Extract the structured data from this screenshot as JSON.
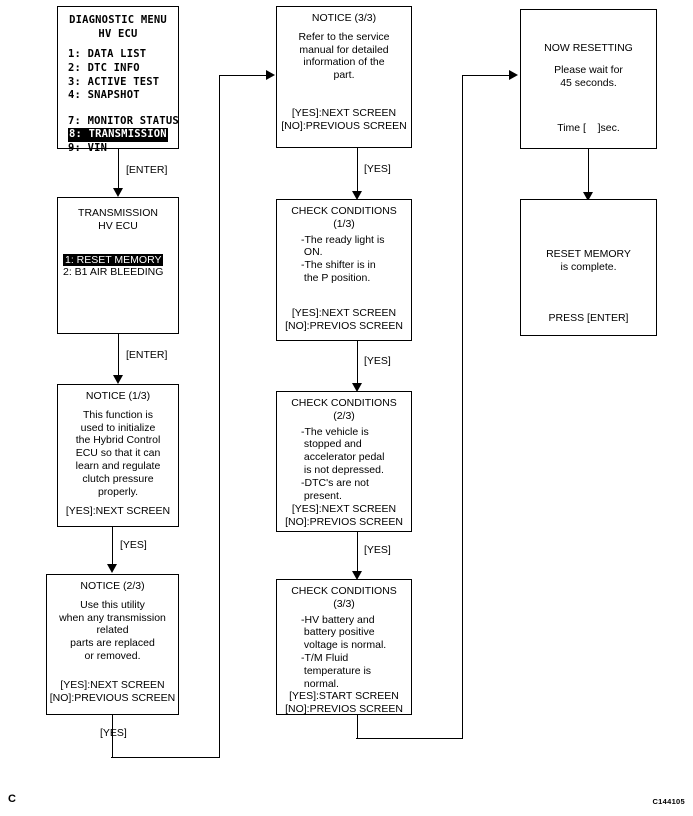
{
  "page": {
    "corner_label": "C",
    "figure_id": "C144105"
  },
  "boxes": {
    "diagnostic_menu": {
      "title_line1": "DIAGNOSTIC MENU",
      "title_line2": "HV ECU",
      "items": [
        "1: DATA LIST",
        "2: DTC INFO",
        "3: ACTIVE TEST",
        "4: SNAPSHOT"
      ],
      "items2_pre": "7: MONITOR STATUS",
      "items2_sel_num": "8:",
      "items2_sel_text": " TRANSMISSION",
      "items2_post": "9: VIN"
    },
    "transmission": {
      "title_line1": "TRANSMISSION",
      "title_line2": "HV  ECU",
      "item_selected": "1:  RESET  MEMORY",
      "item_2": "2:  B1 AIR  BLEEDING"
    },
    "notice_1_3": {
      "title": "NOTICE (1/3)",
      "body": [
        "This function is",
        "used to initialize",
        "the Hybrid Control",
        "ECU so that it can",
        "learn and regulate",
        "clutch pressure",
        "properly."
      ],
      "footer1": "[YES]:NEXT SCREEN"
    },
    "notice_2_3": {
      "title": "NOTICE (2/3)",
      "body": [
        "Use this utility",
        "when any transmission",
        "related",
        "parts are replaced",
        "or removed."
      ],
      "footer1": "[YES]:NEXT SCREEN",
      "footer2": "[NO]:PREVIOUS SCREEN"
    },
    "notice_3_3": {
      "title": "NOTICE (3/3)",
      "body": [
        "Refer to the service",
        "manual for detailed",
        "information of the",
        "part."
      ],
      "footer1": "[YES]:NEXT SCREEN",
      "footer2": "[NO]:PREVIOUS SCREEN"
    },
    "check_1_3": {
      "title_line1": "CHECK CONDITIONS",
      "title_line2": "(1/3)",
      "body": [
        "-The ready light is",
        " ON.",
        "-The shifter is in",
        " the P position."
      ],
      "footer1": "[YES]:NEXT SCREEN",
      "footer2": "[NO]:PREVIOS SCREEN"
    },
    "check_2_3": {
      "title_line1": "CHECK CONDITIONS",
      "title_line2": "(2/3)",
      "body": [
        "-The vehicle is",
        " stopped and",
        " accelerator pedal",
        " is not depressed.",
        "-DTC's are not",
        " present."
      ],
      "footer1": "[YES]:NEXT SCREEN",
      "footer2": "[NO]:PREVIOS SCREEN"
    },
    "check_3_3": {
      "title_line1": "CHECK CONDITIONS",
      "title_line2": "(3/3)",
      "body": [
        "-HV battery and",
        " battery positive",
        " voltage is normal.",
        "-T/M Fluid",
        " temperature is",
        " normal."
      ],
      "footer1": "[YES]:START SCREEN",
      "footer2": "[NO]:PREVIOS SCREEN"
    },
    "now_resetting": {
      "title": "NOW RESETTING",
      "body1": "Please wait for",
      "body2": "45 seconds.",
      "footer": "Time [    ]sec."
    },
    "reset_complete": {
      "line1": "RESET MEMORY",
      "line2": "is complete.",
      "footer": "PRESS [ENTER]"
    }
  },
  "edges": {
    "enter_1": "[ENTER]",
    "enter_2": "[ENTER]",
    "yes_1": "[YES]",
    "yes_2": "[YES]",
    "yes_3": "[YES]",
    "yes_4": "[YES]",
    "yes_5": "[YES]"
  }
}
